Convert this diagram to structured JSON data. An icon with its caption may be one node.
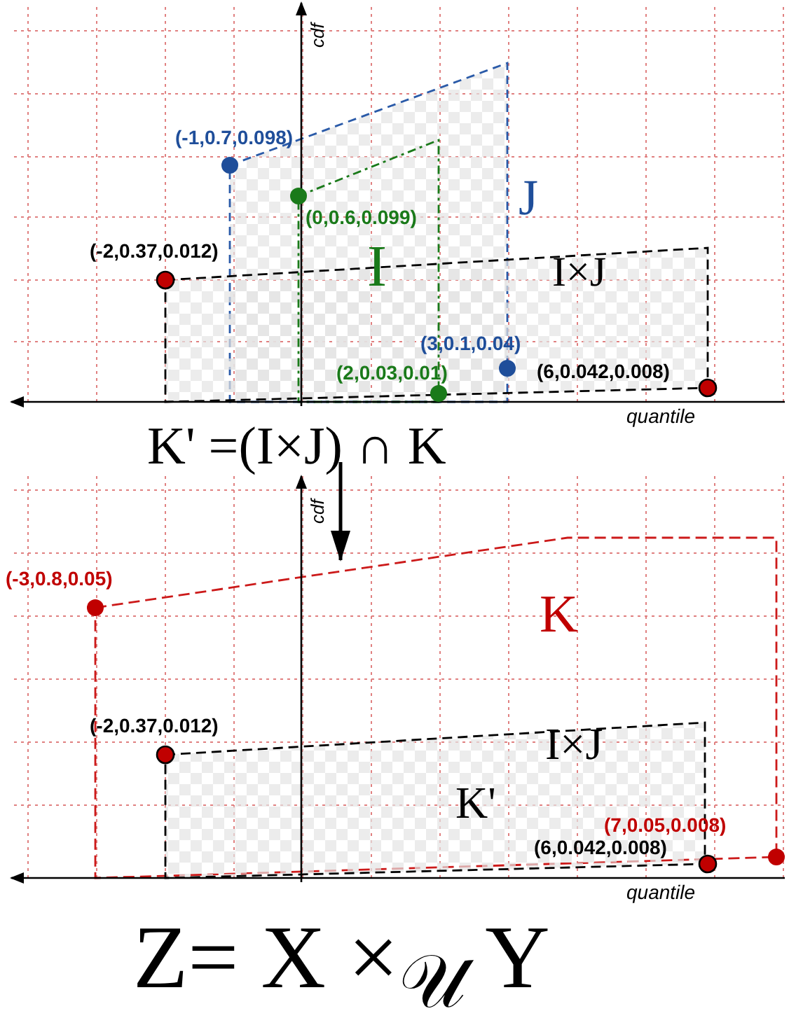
{
  "diagram": {
    "labels": [
      "cdf",
      "(-1,0.7,0.098)",
      "J",
      "(0,0.6,0.099)",
      "(-2,0.37,0.012)",
      "I",
      "I×J",
      "(3,0.1,0.04)",
      "(2,0.03,0.01)",
      "(6,0.042,0.008)",
      "quantile",
      "K' =(I×J) ∩ K",
      "cdf",
      "(-3,0.8,0.05)",
      "K",
      "(-2,0.37,0.012)",
      "I×J",
      "K'",
      "(7,0.05,0.008)",
      "(6,0.042,0.008)",
      "quantile",
      "Z=  X  ×$_{𝒰}$  Y"
    ]
  }
}
